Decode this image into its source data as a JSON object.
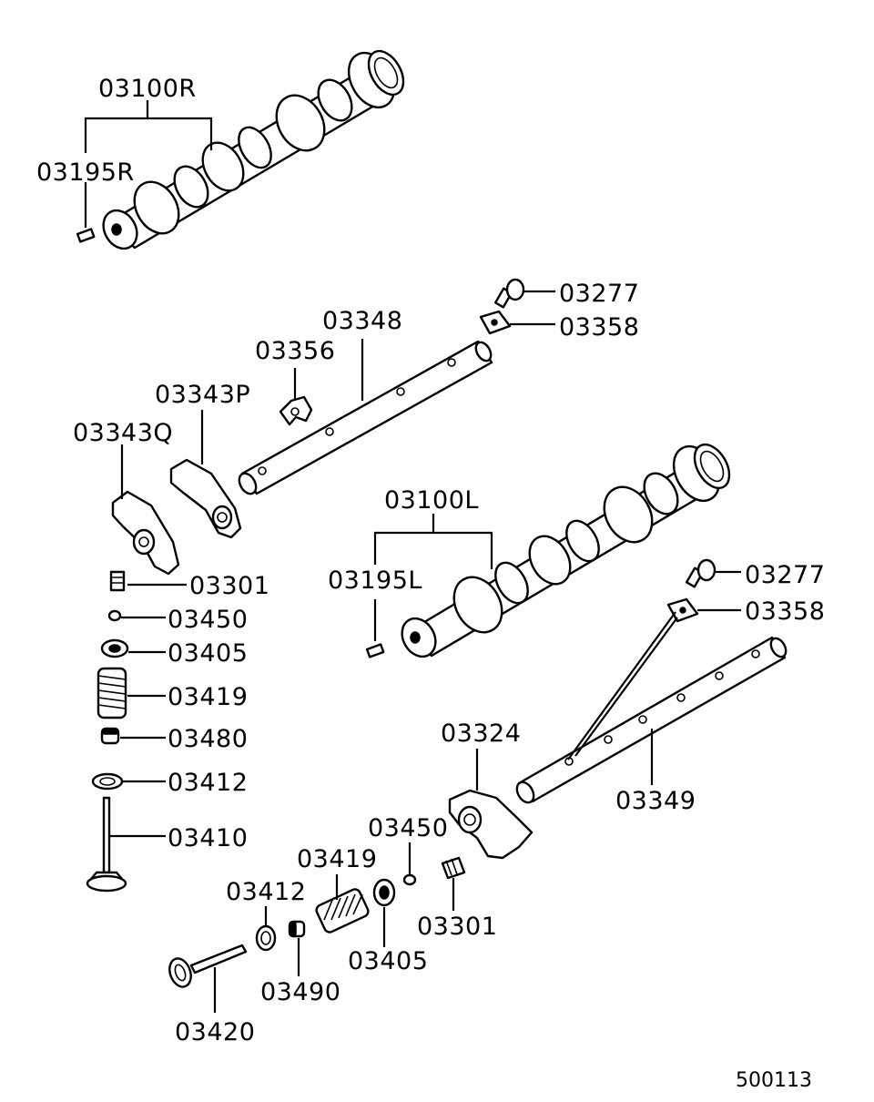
{
  "parts": {
    "camshaft_r": "03100R",
    "pin_r": "03195R",
    "camshaft_l": "03100L",
    "pin_l": "03195L",
    "bolt_upper": "03277",
    "plate_upper": "03358",
    "bolt_lower": "03277",
    "plate_lower": "03358",
    "rocker_shaft_upper": "03348",
    "spacer": "03356",
    "rocker_arm_p": "03343P",
    "rocker_arm_q": "03343Q",
    "adjuster_left": "03301",
    "retainer_lock_left": "03450",
    "retainer_left": "03405",
    "spring_left": "03419",
    "seal_left": "03480",
    "seat_left": "03412",
    "valve_left": "03410",
    "rocker_arm_lower": "03324",
    "rocker_shaft_lower": "03349",
    "retainer_lock_right": "03450",
    "adjuster_right": "03301",
    "spring_right": "03419",
    "seat_right": "03412",
    "retainer_right": "03405",
    "seal_right": "03490",
    "valve_right": "03420"
  },
  "figure_id": "500113"
}
